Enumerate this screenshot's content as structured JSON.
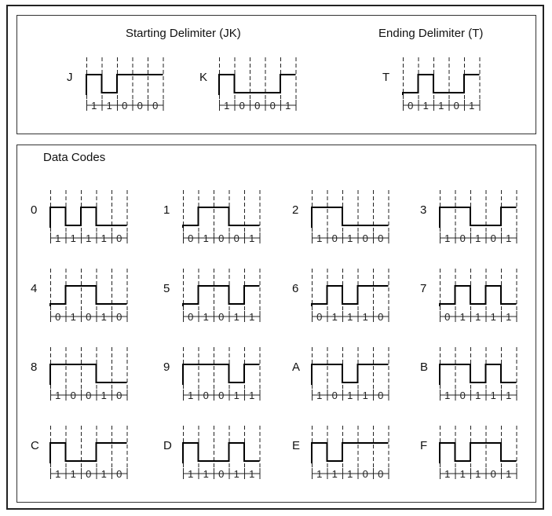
{
  "delimiters": {
    "starting_title": "Starting Delimiter (JK)",
    "ending_title": "Ending Delimiter (T)",
    "codes": [
      {
        "label": "J",
        "bits": "11000",
        "levels": "HLHHH"
      },
      {
        "label": "K",
        "bits": "10001",
        "levels": "HLLLH"
      },
      {
        "label": "T",
        "bits": "01101",
        "levels": "LHLLH"
      }
    ]
  },
  "data_codes": {
    "title": "Data Codes",
    "codes": [
      {
        "label": "0",
        "bits": "11110",
        "levels": "HLHLL"
      },
      {
        "label": "1",
        "bits": "01001",
        "levels": "LHHLL"
      },
      {
        "label": "2",
        "bits": "10100",
        "levels": "HHLLL"
      },
      {
        "label": "3",
        "bits": "10101",
        "levels": "HHLLH"
      },
      {
        "label": "4",
        "bits": "01010",
        "levels": "LHHLL"
      },
      {
        "label": "5",
        "bits": "01011",
        "levels": "LHHLH"
      },
      {
        "label": "6",
        "bits": "01110",
        "levels": "LHLHH"
      },
      {
        "label": "7",
        "bits": "01111",
        "levels": "LHLHL"
      },
      {
        "label": "8",
        "bits": "10010",
        "levels": "HHHLL"
      },
      {
        "label": "9",
        "bits": "10011",
        "levels": "HHHLH"
      },
      {
        "label": "A",
        "bits": "10110",
        "levels": "HHLHH"
      },
      {
        "label": "B",
        "bits": "10111",
        "levels": "HHLHL"
      },
      {
        "label": "C",
        "bits": "11010",
        "levels": "HLLHH"
      },
      {
        "label": "D",
        "bits": "11011",
        "levels": "HLLHL"
      },
      {
        "label": "E",
        "bits": "11100",
        "levels": "HLHHH"
      },
      {
        "label": "F",
        "bits": "11101",
        "levels": "HLHHL"
      }
    ]
  }
}
